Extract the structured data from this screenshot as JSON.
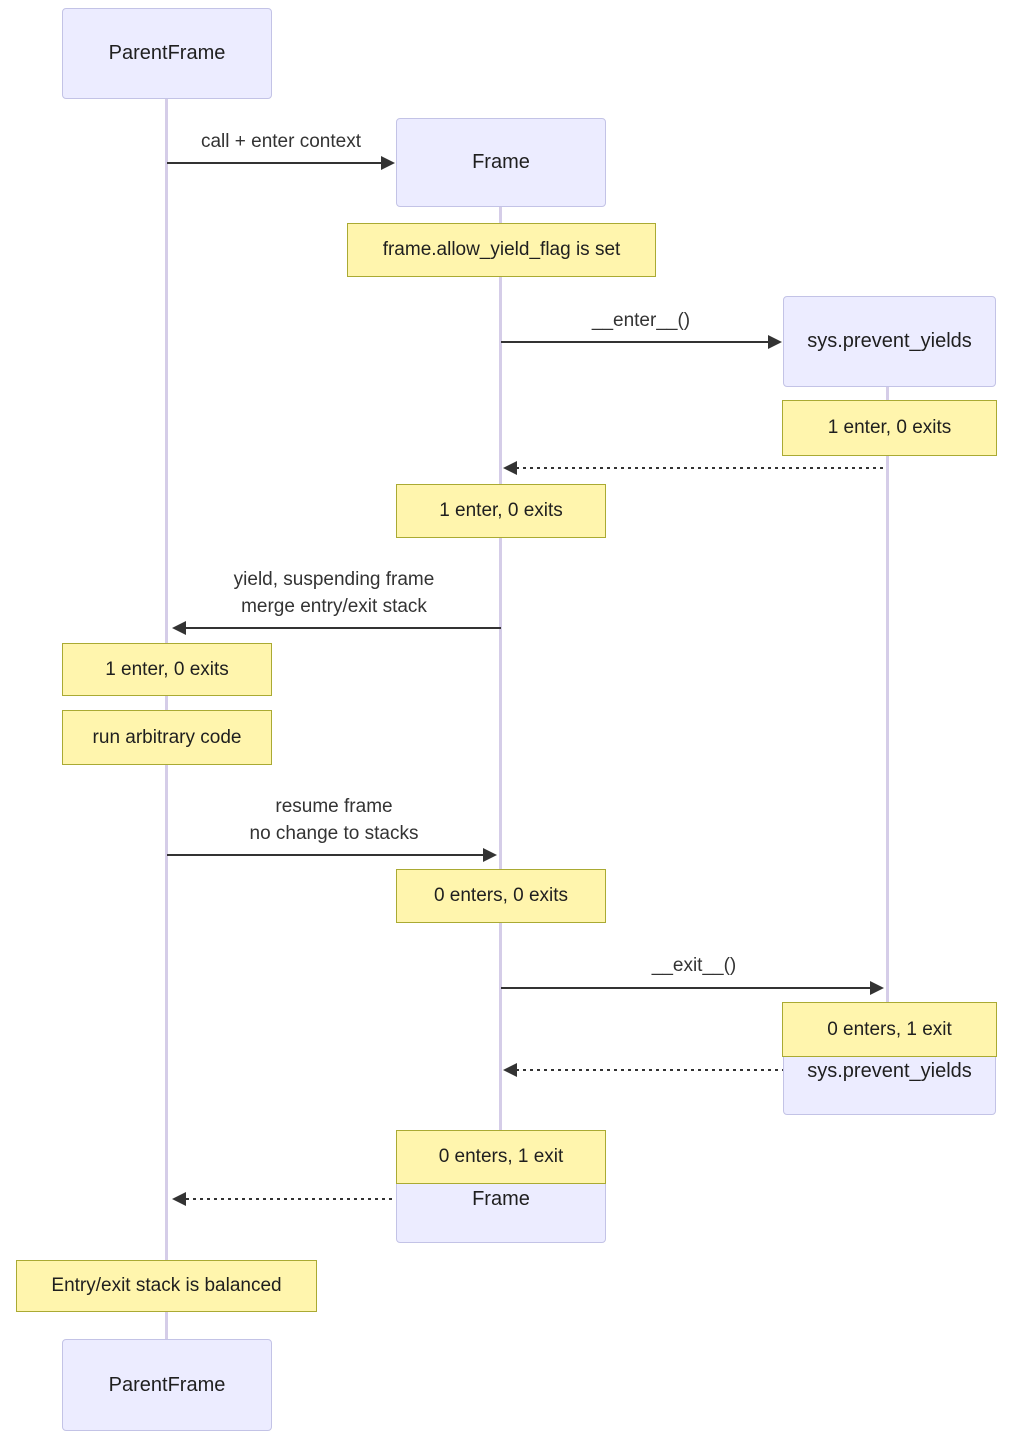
{
  "diagram_type": "sequence",
  "actors": {
    "parent_frame": "ParentFrame",
    "frame": "Frame",
    "sys_prevent_yields": "sys.prevent_yields"
  },
  "messages": {
    "call_enter_context": "call + enter context",
    "enter_method": "__enter__()",
    "yield_suspend": "yield, suspending frame\nmerge entry/exit stack",
    "resume_frame": "resume frame\nno change to stacks",
    "exit_method": "__exit__()"
  },
  "notes": {
    "allow_yield_flag": "frame.allow_yield_flag is set",
    "sys_after_enter": "1 enter, 0 exits",
    "frame_after_enter": "1 enter, 0 exits",
    "parent_after_yield": "1 enter, 0 exits",
    "run_arbitrary_code": "run arbitrary code",
    "frame_after_resume": "0 enters, 0 exits",
    "sys_after_exit": "0 enters, 1 exit",
    "frame_after_exit": "0 enters, 1 exit",
    "stack_balanced": "Entry/exit stack is balanced"
  },
  "colors": {
    "actor_fill": "#ECECFF",
    "actor_border": "#c3c3e6",
    "note_fill": "#fff5ad",
    "note_border": "#aaaa33",
    "lifeline": "#d5cde8",
    "arrow": "#333333",
    "text": "#1f1f1f"
  }
}
